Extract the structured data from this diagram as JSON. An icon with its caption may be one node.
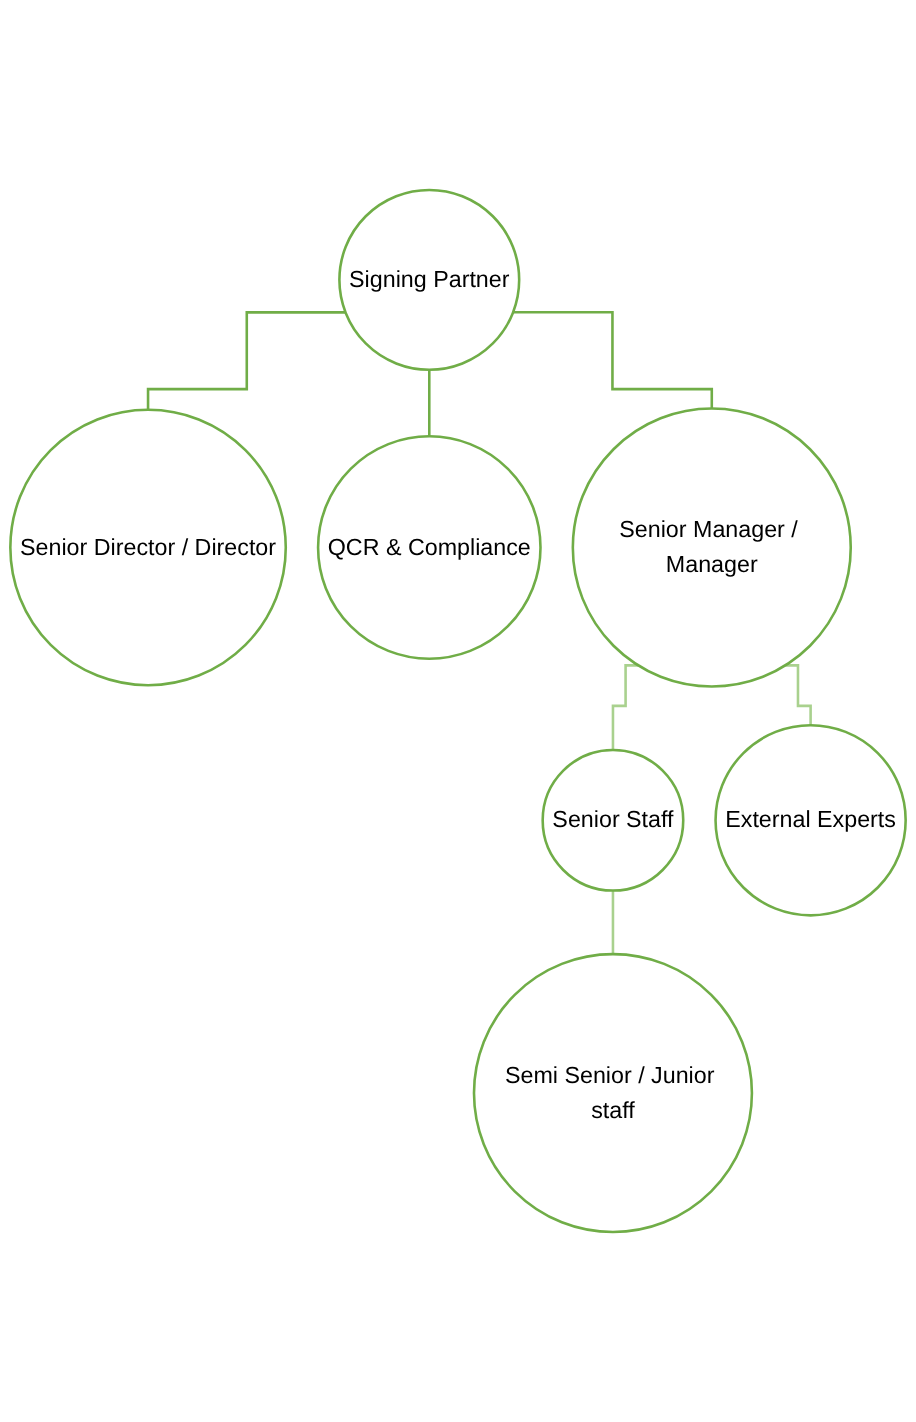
{
  "diagram": {
    "nodes": [
      {
        "text": [
          "Signing Partner"
        ]
      },
      {
        "text": [
          "Senior Director / Director"
        ]
      },
      {
        "text": [
          "QCR & Compliance"
        ]
      },
      {
        "text": [
          "Senior Manager / Manager"
        ]
      },
      {
        "text": [
          "Senior Staff"
        ]
      },
      {
        "text": [
          "External Experts"
        ]
      },
      {
        "text": [
          "Semi Senior / Junior staff"
        ]
      }
    ],
    "edges": [
      {
        "from": 0,
        "to": 1,
        "arrow": "none"
      },
      {
        "from": 0,
        "to": 2,
        "arrow": "none"
      },
      {
        "from": 0,
        "to": 3,
        "arrow": "none"
      },
      {
        "from": 3,
        "to": 4,
        "arrow": "none",
        "color": "#a9d18e"
      },
      {
        "from": 3,
        "to": 5,
        "arrow": "none",
        "color": "#a9d18e"
      },
      {
        "from": 4,
        "to": 6,
        "arrow": "none",
        "color": "#a9d18e"
      }
    ]
  }
}
